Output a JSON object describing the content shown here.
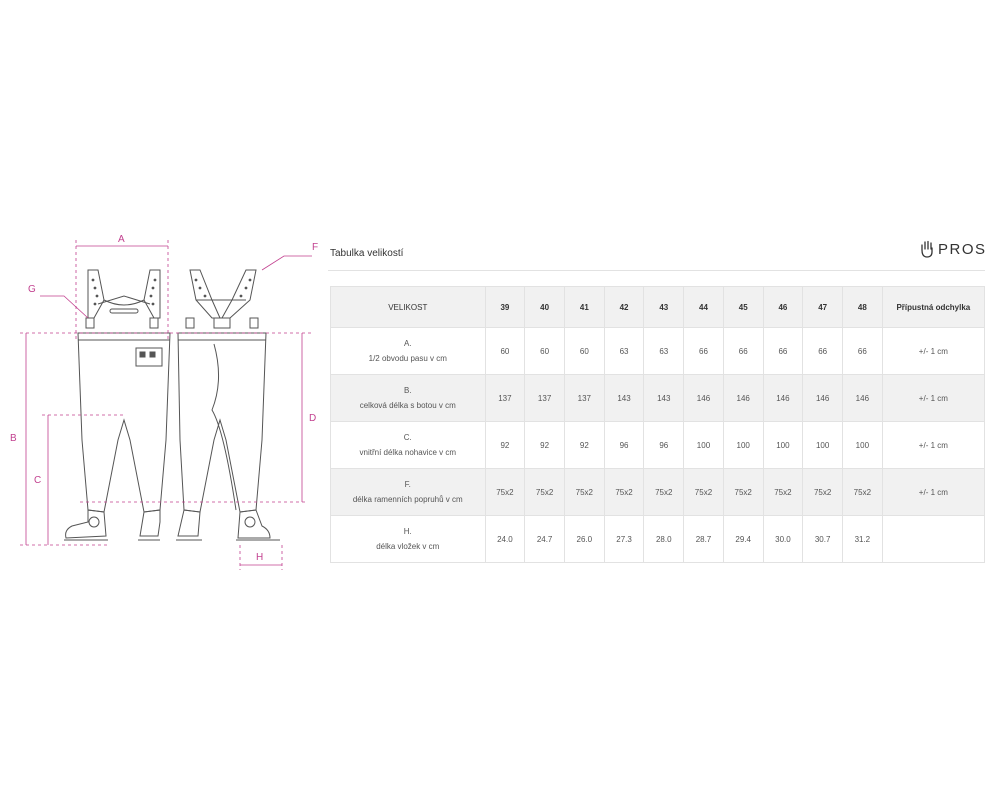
{
  "diagram": {
    "labels": {
      "a": "A",
      "b": "B",
      "c": "C",
      "d": "D",
      "f": "F",
      "g": "G",
      "h": "H"
    },
    "accent_color": "#c2408f"
  },
  "table_title": "Tabulka velikostí",
  "brand": {
    "name": "PROS",
    "logo_icon": "hand-icon"
  },
  "size_table": {
    "header_label": "VELIKOST",
    "sizes": [
      "39",
      "40",
      "41",
      "42",
      "43",
      "44",
      "45",
      "46",
      "47",
      "48"
    ],
    "tolerance_header": "Přípustná odchylka",
    "rows": [
      {
        "code": "A.",
        "desc": "1/2 obvodu pasu v cm",
        "values": [
          "60",
          "60",
          "60",
          "63",
          "63",
          "66",
          "66",
          "66",
          "66",
          "66"
        ],
        "tolerance": "+/- 1 cm"
      },
      {
        "code": "B.",
        "desc": "celková délka s botou v cm",
        "values": [
          "137",
          "137",
          "137",
          "143",
          "143",
          "146",
          "146",
          "146",
          "146",
          "146"
        ],
        "tolerance": "+/- 1 cm"
      },
      {
        "code": "C.",
        "desc": "vnitřní délka nohavice v cm",
        "values": [
          "92",
          "92",
          "92",
          "96",
          "96",
          "100",
          "100",
          "100",
          "100",
          "100"
        ],
        "tolerance": "+/- 1 cm"
      },
      {
        "code": "F.",
        "desc": "délka ramenních popruhů v cm",
        "values": [
          "75x2",
          "75x2",
          "75x2",
          "75x2",
          "75x2",
          "75x2",
          "75x2",
          "75x2",
          "75x2",
          "75x2"
        ],
        "tolerance": "+/- 1 cm"
      },
      {
        "code": "H.",
        "desc": "délka vložek v cm",
        "values": [
          "24.0",
          "24.7",
          "26.0",
          "27.3",
          "28.0",
          "28.7",
          "29.4",
          "30.0",
          "30.7",
          "31.2"
        ],
        "tolerance": ""
      }
    ]
  }
}
